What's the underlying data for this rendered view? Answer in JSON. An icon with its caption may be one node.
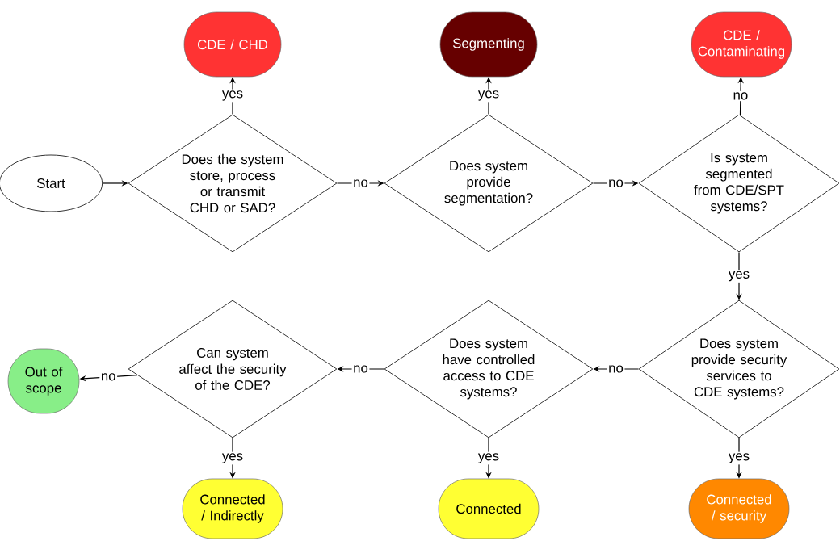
{
  "diagram": {
    "nodes": [
      {
        "text": [
          "CDE / CHD"
        ]
      },
      {
        "text": [
          "Segmenting"
        ]
      },
      {
        "text": [
          "CDE / Contaminating"
        ]
      },
      {
        "text": [
          "Start"
        ]
      },
      {
        "text": [
          "Does the system store, process or transmit CHD or SAD?"
        ]
      },
      {
        "text": [
          "Does system provide segmentation?"
        ]
      },
      {
        "text": [
          "Is system segmented from CDE/SPT systems?"
        ]
      },
      {
        "text": [
          "Out of scope"
        ]
      },
      {
        "text": [
          "Can system affect the security of the CDE?"
        ]
      },
      {
        "text": [
          "Does system have controlled access to CDE systems?"
        ]
      },
      {
        "text": [
          "Does system provide security services to CDE systems?"
        ]
      },
      {
        "text": [
          "Connected / Indirectly"
        ]
      },
      {
        "text": [
          "Connected"
        ]
      },
      {
        "text": [
          "Connected / security"
        ]
      }
    ],
    "edges": [
      {
        "from": 3,
        "to": 4,
        "arrow": "to"
      },
      {
        "from": 4,
        "to": 0,
        "arrow": "to",
        "label": "yes"
      },
      {
        "from": 4,
        "to": 5,
        "arrow": "to",
        "label": "no"
      },
      {
        "from": 5,
        "to": 1,
        "arrow": "to",
        "label": "yes"
      },
      {
        "from": 5,
        "to": 6,
        "arrow": "to",
        "label": "no"
      },
      {
        "from": 6,
        "to": 2,
        "arrow": "to",
        "label": "no"
      },
      {
        "from": 6,
        "to": 10,
        "arrow": "to",
        "label": "yes"
      },
      {
        "from": 10,
        "to": 9,
        "arrow": "to",
        "label": "no"
      },
      {
        "from": 10,
        "to": 13,
        "arrow": "to",
        "label": "yes"
      },
      {
        "from": 9,
        "to": 8,
        "arrow": "to",
        "label": "no"
      },
      {
        "from": 9,
        "to": 12,
        "arrow": "to",
        "label": "yes"
      },
      {
        "from": 8,
        "to": 7,
        "arrow": "to",
        "label": "no"
      },
      {
        "from": 8,
        "to": 11,
        "arrow": "to",
        "label": "yes"
      }
    ]
  }
}
